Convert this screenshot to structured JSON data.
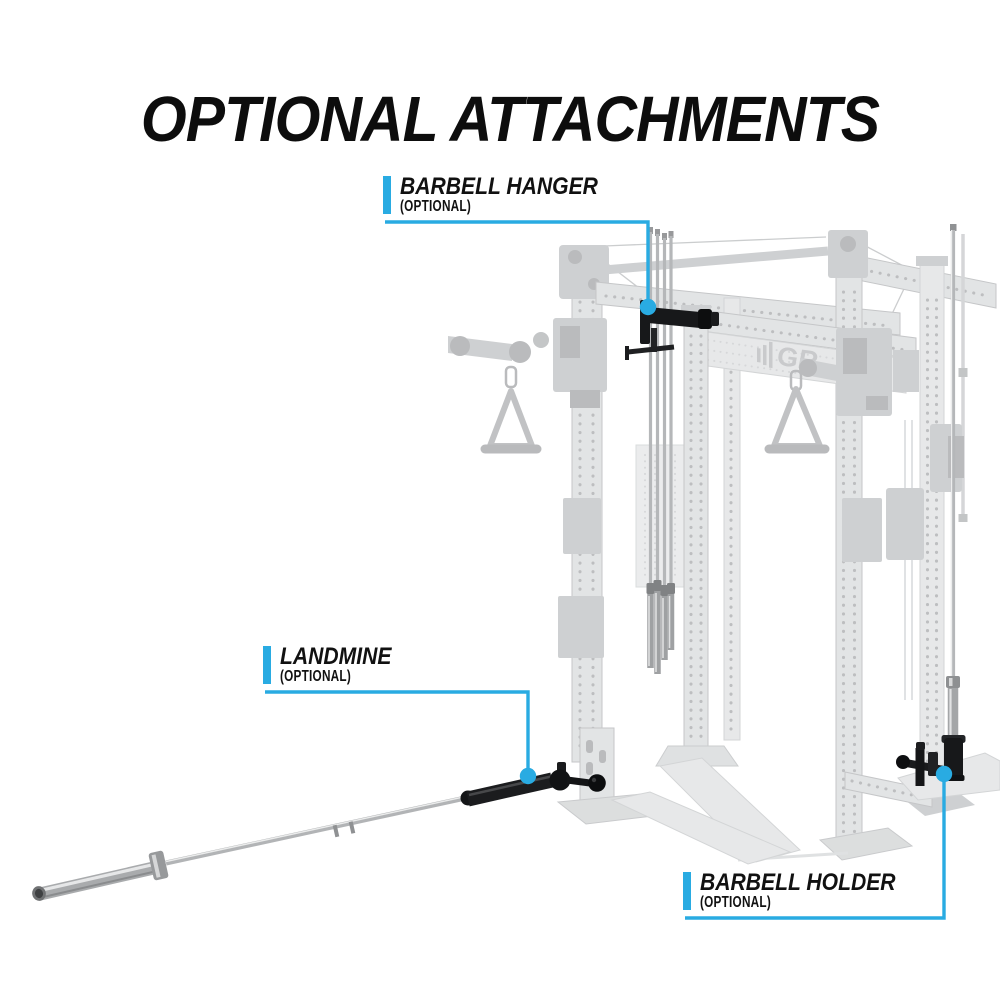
{
  "page": {
    "title": "OPTIONAL ATTACHMENTS",
    "background_color": "#ffffff"
  },
  "colors": {
    "accent": "#29abe2",
    "title_text": "#0d0d0d",
    "label_text": "#111111",
    "ghost_equipment": "#c5c7c9",
    "attachment_black": "#17181a",
    "barbell_chrome": "#b5b7b9"
  },
  "callouts": [
    {
      "id": "barbell-hanger",
      "label": "BARBELL HANGER",
      "sublabel": "(OPTIONAL)"
    },
    {
      "id": "landmine",
      "label": "LANDMINE",
      "sublabel": "(OPTIONAL)"
    },
    {
      "id": "barbell-holder",
      "label": "BARBELL HOLDER",
      "sublabel": "(OPTIONAL)"
    }
  ],
  "diagram": {
    "description": "Ghosted power rack with functional trainer; optional attachments highlighted: barbell hanger with vertically hung barbells, landmine with inserted barbell, barbell holder storing a vertical barbell",
    "logo": "GR"
  }
}
